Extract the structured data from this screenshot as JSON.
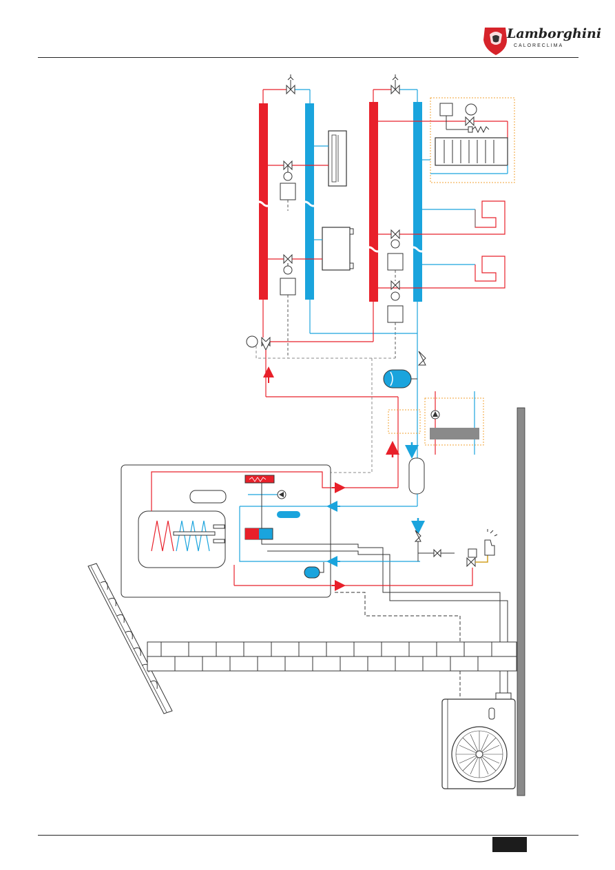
{
  "brand": {
    "name": "Lamborghini",
    "subtitle": "CALORECLIMA",
    "accent_color": "#d6232a"
  },
  "page_tab": {
    "text": ""
  },
  "colors": {
    "hot": "#e8202a",
    "cold": "#1aa4dd",
    "neutral": "#333333",
    "dashed_box": "#f0a030",
    "gas": "#d2a020",
    "wall": "#8a8a8a"
  },
  "components": {
    "left_manifold_pair": [
      "hot-collector",
      "cold-collector"
    ],
    "terminals": [
      "fan-coil-wall",
      "fan-coil-floor",
      "radiator",
      "underfloor-loop-1",
      "underfloor-loop-2"
    ],
    "valves": [
      "mixing-valve-3way",
      "zone-valve",
      "safety-valve",
      "check-valve"
    ],
    "devices": [
      "indoor-module",
      "dhw-cylinder",
      "solar-panel",
      "outdoor-heat-pump",
      "expansion-vessel",
      "buffer-tank",
      "boiler"
    ]
  }
}
